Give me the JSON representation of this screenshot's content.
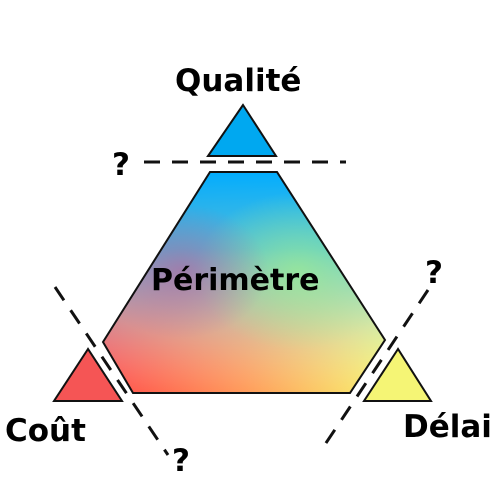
{
  "diagram": {
    "center_label": "Périmètre",
    "vertices": {
      "top": "Qualité",
      "bottom_left": "Coût",
      "bottom_right": "Délai"
    },
    "questions": {
      "top": "?",
      "right": "?",
      "bottom_left": "?"
    }
  },
  "colors": {
    "top_triangle": "#00a8f0",
    "left_triangle": "#f55555",
    "right_triangle": "#f5f575",
    "red": "#ff4848",
    "yellow": "#f7f66e",
    "blue": "#00acff",
    "green": "#9ef08c",
    "outline": "#111111"
  }
}
